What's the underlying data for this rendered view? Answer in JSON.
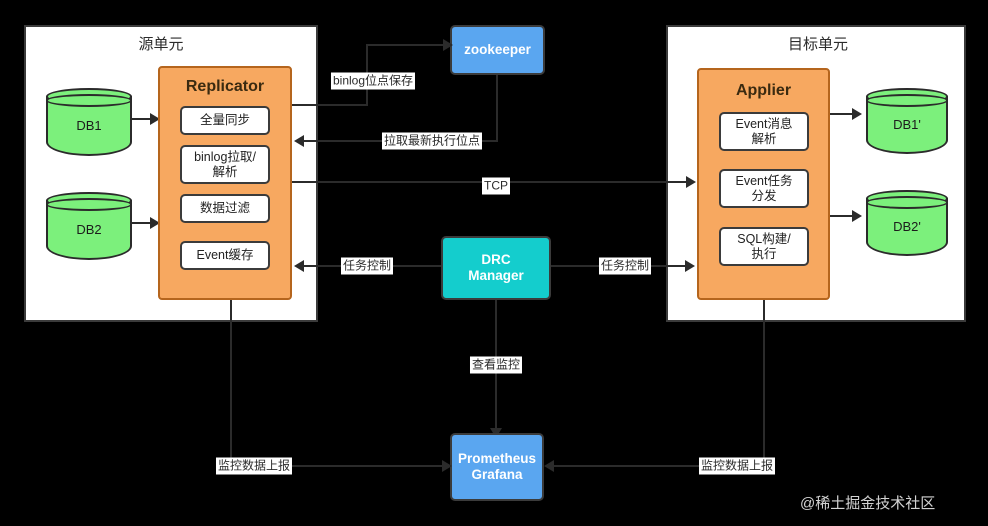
{
  "diagram": {
    "panels": [
      {
        "id": "source",
        "title": "源单元"
      },
      {
        "id": "target",
        "title": "目标单元"
      }
    ],
    "processors": [
      {
        "id": "replicator",
        "title": "Replicator",
        "steps": [
          "全量同步",
          "binlog拉取/\n解析",
          "数据过滤",
          "Event缓存"
        ]
      },
      {
        "id": "applier",
        "title": "Applier",
        "steps": [
          "Event消息\n解析",
          "Event任务\n分发",
          "SQL构建/\n执行"
        ]
      }
    ],
    "databases": [
      {
        "id": "db1",
        "label": "DB1"
      },
      {
        "id": "db2",
        "label": "DB2"
      },
      {
        "id": "db1p",
        "label": "DB1'"
      },
      {
        "id": "db2p",
        "label": "DB2'"
      }
    ],
    "services": [
      {
        "id": "zookeeper",
        "label": "zookeeper",
        "color": "#5aa6f0"
      },
      {
        "id": "drc-manager",
        "label": "DRC\nManager",
        "color": "#14cdcd"
      },
      {
        "id": "prometheus-grafana",
        "label": "Prometheus\nGrafana",
        "color": "#5aa6f0"
      }
    ],
    "edge_labels": {
      "binlog_save": "binlog位点保存",
      "fetch_latest": "拉取最新执行位点",
      "tcp": "TCP",
      "task_control_left": "任务控制",
      "task_control_right": "任务控制",
      "view_monitor": "查看监控",
      "metrics_left": "监控数据上报",
      "metrics_right": "监控数据上报"
    },
    "watermark": "@稀土掘金技术社区",
    "colors": {
      "processor_fill": "#f7a860",
      "processor_stroke": "#b5651d",
      "db_fill": "#7cf07c",
      "line": "#2b2b2b",
      "panel_stroke": "#3b3b3b",
      "background": "#000000"
    }
  }
}
